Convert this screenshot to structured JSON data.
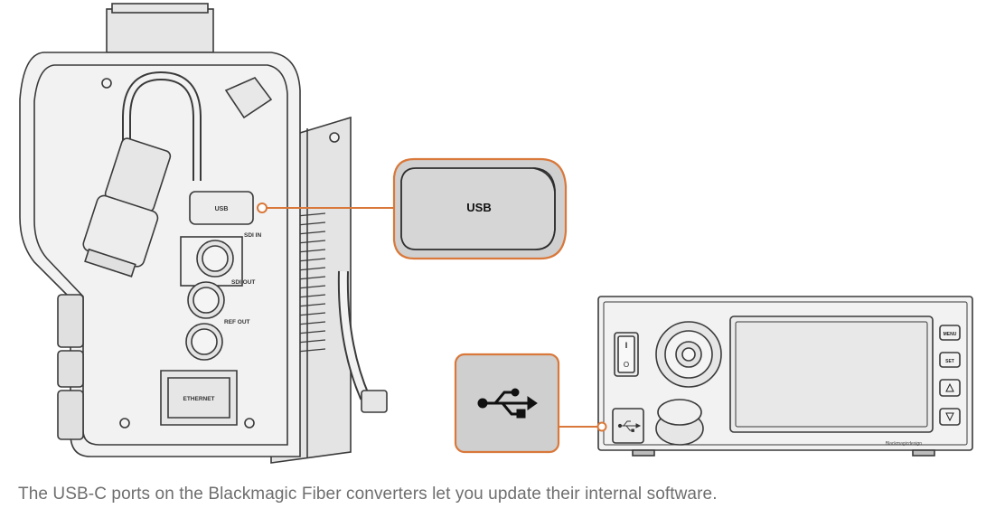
{
  "camera": {
    "usb_label": "USB",
    "sdi_in_label": "SDI IN",
    "sdi_out_label": "SDI OUT",
    "ref_out_label": "REF OUT",
    "ethernet_label": "ETHERNET"
  },
  "callout": {
    "usb_label": "USB",
    "usb_symbol_icon": "usb-icon"
  },
  "studio_unit": {
    "menu_label": "MENU",
    "set_label": "SET",
    "up_icon": "triangle-up-icon",
    "down_icon": "triangle-down-icon",
    "power_on_glyph": "I",
    "power_off_glyph": "O",
    "brand_text": "Blackmagicdesign"
  },
  "colors": {
    "callout_orange": "#d9783a",
    "callout_fill": "#cfcfcf",
    "device_fill": "#f2f2f2",
    "device_stroke": "#3a3a3a",
    "caption": "#6e6e6e"
  },
  "caption": "The USB-C ports on the Blackmagic Fiber converters let you update their internal software."
}
